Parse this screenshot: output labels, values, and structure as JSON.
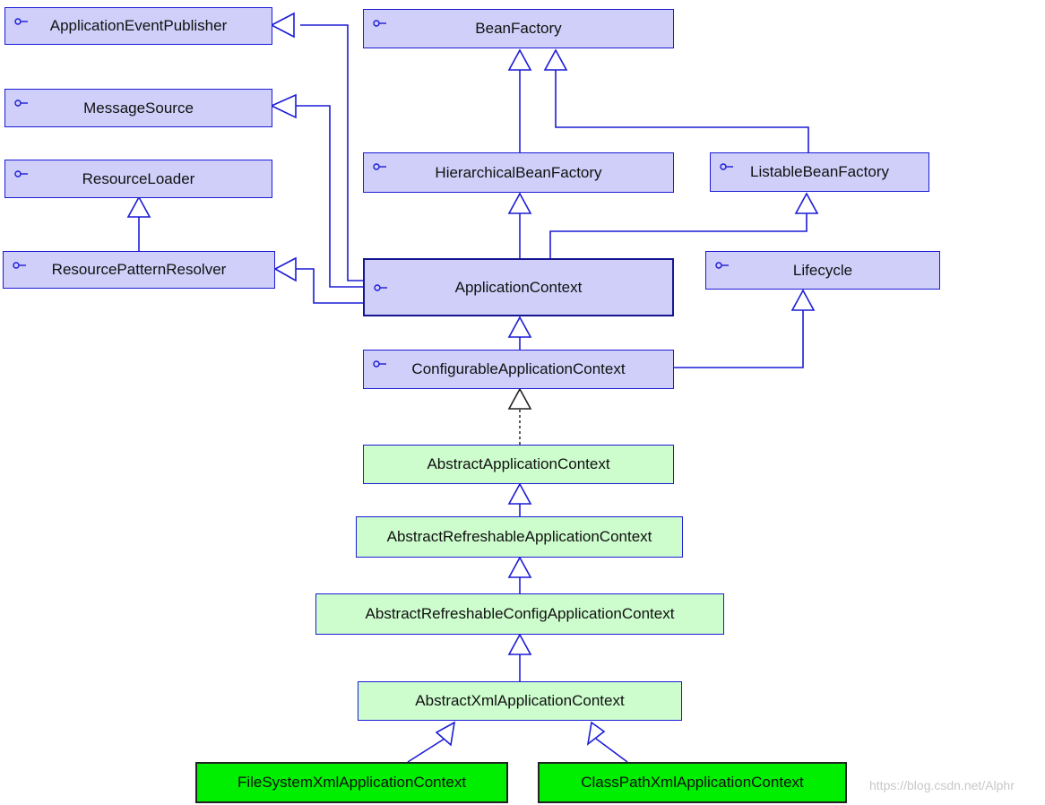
{
  "nodes": {
    "application_event_publisher": "ApplicationEventPublisher",
    "bean_factory": "BeanFactory",
    "message_source": "MessageSource",
    "resource_loader": "ResourceLoader",
    "resource_pattern_resolver": "ResourcePatternResolver",
    "hierarchical_bean_factory": "HierarchicalBeanFactory",
    "listable_bean_factory": "ListableBeanFactory",
    "application_context": "ApplicationContext",
    "lifecycle": "Lifecycle",
    "configurable_application_context": "ConfigurableApplicationContext",
    "abstract_application_context": "AbstractApplicationContext",
    "abstract_refreshable_application_context": "AbstractRefreshableApplicationContext",
    "abstract_refreshable_config_application_context": "AbstractRefreshableConfigApplicationContext",
    "abstract_xml_application_context": "AbstractXmlApplicationContext",
    "file_system_xml_application_context": "FileSystemXmlApplicationContext",
    "class_path_xml_application_context": "ClassPathXmlApplicationContext"
  },
  "watermark": "https://blog.csdn.net/Alphr",
  "colors": {
    "interface_fill": "#cfcff9",
    "abstract_fill": "#cdfccd",
    "concrete_fill": "#00ee00",
    "edge_stroke": "#1c1cd6"
  },
  "icons": {
    "interface_marker": "lollipop-interface-icon"
  }
}
